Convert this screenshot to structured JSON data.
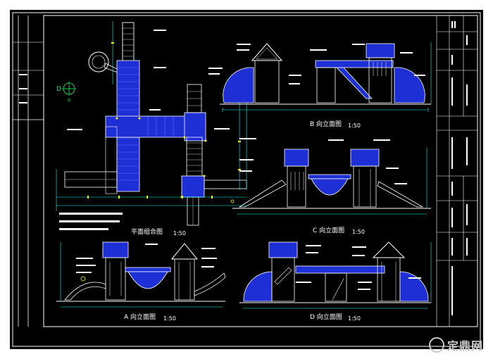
{
  "views": {
    "plan": {
      "title": "平面组合图",
      "scale": "1:50"
    },
    "b": {
      "title": "B 向立面图",
      "scale": "1:50"
    },
    "c": {
      "title": "C 向立面图",
      "scale": "1:50"
    },
    "a": {
      "title": "A 向立面图",
      "scale": "1:50"
    },
    "d": {
      "title": "D 向立面图",
      "scale": "1:50"
    }
  },
  "compass_label": "D",
  "watermark": {
    "text": "定鼎网"
  },
  "colors": {
    "background": "#000000",
    "line": "#ffffff",
    "structure": "#1e2fd6",
    "dimension": "#00ffff",
    "accent": "#ffff00",
    "label": "#ff60ff",
    "detail": "#00ff66"
  }
}
